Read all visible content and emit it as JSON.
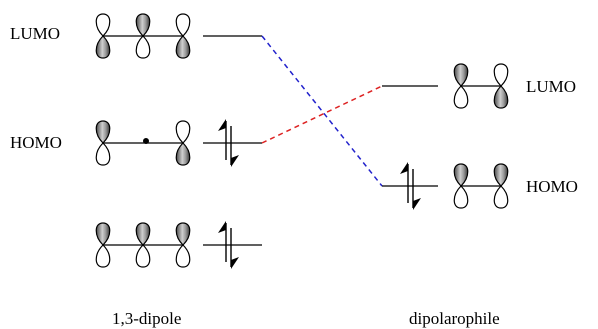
{
  "dipole": {
    "lumo_label": "LUMO",
    "homo_label": "HOMO",
    "caption": "1,3-dipole"
  },
  "dipolarophile": {
    "lumo_label": "LUMO",
    "homo_label": "HOMO",
    "caption": "dipolarophile"
  },
  "colors": {
    "line": "#000000",
    "lobe_shaded": "#888888",
    "interaction_homo_dipole_lumo_dipolarophile": "#dd2222",
    "interaction_lumo_dipole_homo_dipolarophile": "#2222cc"
  }
}
